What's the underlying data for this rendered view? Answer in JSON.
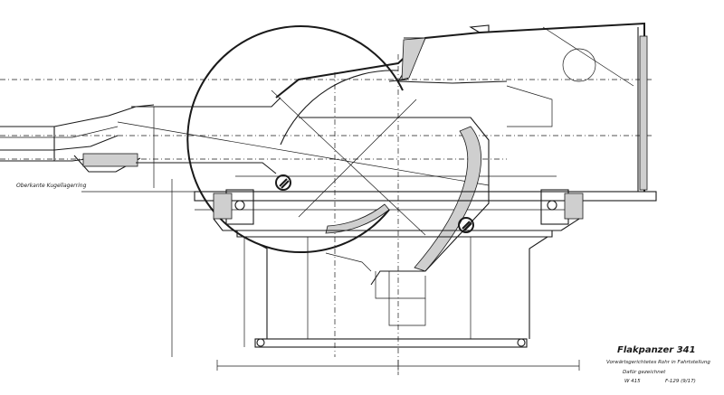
{
  "drawing": {
    "left_label": "Oberkante Kugellagerring",
    "title": "Flakpanzer 341",
    "subtitle": "Vorwärtsgerichtetes Rohr in Fahrtstellung",
    "note": "Dafür gezeichnet",
    "ref": "W 415",
    "drawing_no": "F-129 (9/17)"
  },
  "colors": {
    "ink": "#1a1a1a",
    "paper": "#ffffff",
    "fill": "#cfcfcf"
  },
  "icons": {
    "pivot_marker": "crossed-circle"
  }
}
